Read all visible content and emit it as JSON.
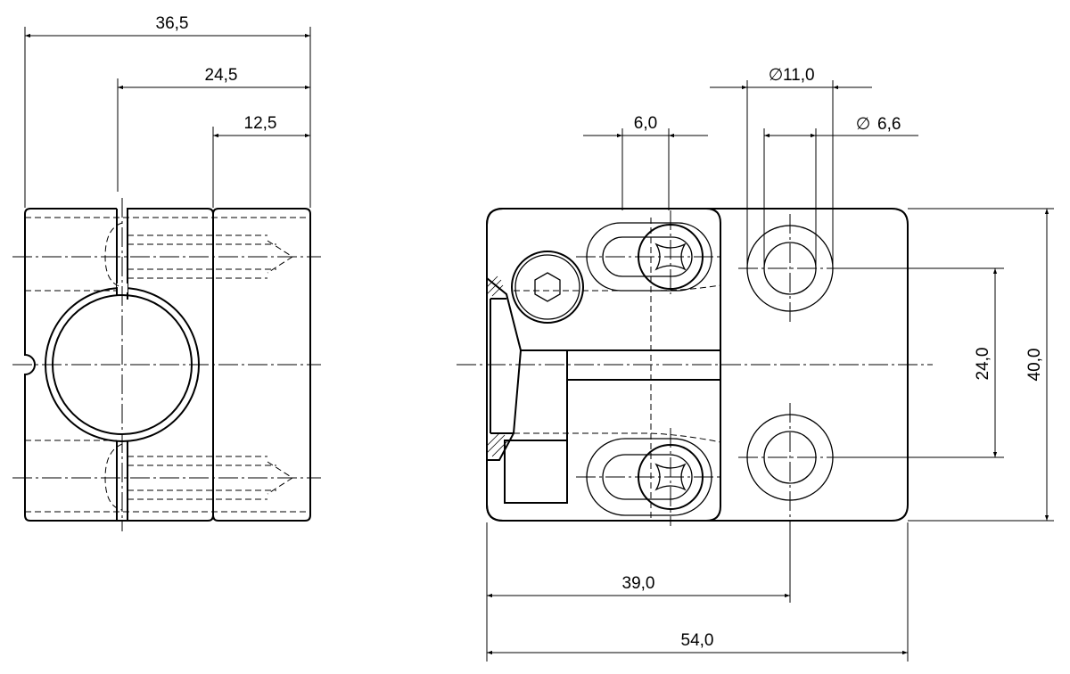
{
  "side_view": {
    "dims": {
      "overall": "36,5",
      "mid": "24,5",
      "short": "12,5"
    }
  },
  "front_view": {
    "dims": {
      "slot_width": "6,0",
      "bore_large": "11,0",
      "bore_small": "6,6",
      "hole_spacing": "24,0",
      "height": "40,0",
      "hole_offset": "39,0",
      "width": "54,0"
    }
  }
}
